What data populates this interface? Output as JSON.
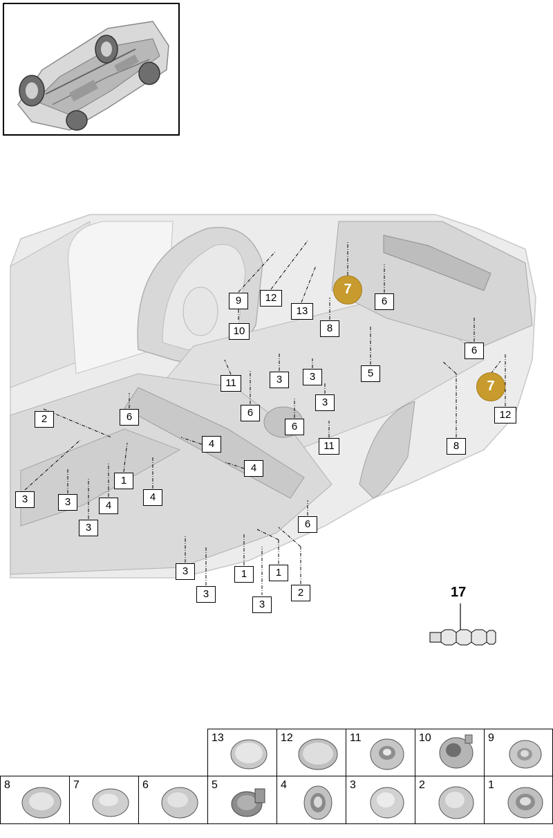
{
  "callouts": [
    {
      "label": "9"
    },
    {
      "label": "12"
    },
    {
      "label": "13"
    },
    {
      "label": "10"
    },
    {
      "label": "8"
    },
    {
      "label": "6"
    },
    {
      "label": "6"
    },
    {
      "label": "5"
    },
    {
      "label": "3"
    },
    {
      "label": "3"
    },
    {
      "label": "11"
    },
    {
      "label": "6"
    },
    {
      "label": "3"
    },
    {
      "label": "2"
    },
    {
      "label": "6"
    },
    {
      "label": "6"
    },
    {
      "label": "11"
    },
    {
      "label": "4"
    },
    {
      "label": "4"
    },
    {
      "label": "1"
    },
    {
      "label": "4"
    },
    {
      "label": "3"
    },
    {
      "label": "3"
    },
    {
      "label": "4"
    },
    {
      "label": "3"
    },
    {
      "label": "12"
    },
    {
      "label": "8"
    },
    {
      "label": "6"
    },
    {
      "label": "3"
    },
    {
      "label": "1"
    },
    {
      "label": "1"
    },
    {
      "label": "3"
    },
    {
      "label": "3"
    },
    {
      "label": "2"
    }
  ],
  "highlighted": [
    {
      "label": "7"
    },
    {
      "label": "7"
    }
  ],
  "kit": {
    "label": "17"
  },
  "parts_table": {
    "top_row": [
      "13",
      "12",
      "11",
      "10",
      "9"
    ],
    "bottom_row": [
      "8",
      "7",
      "6",
      "5",
      "4",
      "3",
      "2",
      "1"
    ]
  },
  "colors": {
    "highlight": "#c89b2e",
    "body_panel": "#e4e4e4"
  }
}
